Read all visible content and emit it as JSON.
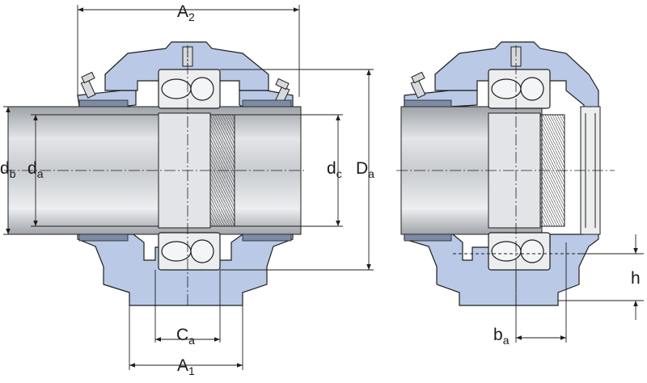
{
  "colors": {
    "housing": "#b9c9e6",
    "housing_stroke": "#1e1e1e",
    "shaft": "#d7d9dc",
    "shaft_dark": "#a9acb1",
    "bearing": "#ecedef",
    "dimension_line": "#1e1e1e"
  },
  "labels": {
    "A2": {
      "main": "A",
      "sub": "2"
    },
    "A1": {
      "main": "A",
      "sub": "1"
    },
    "Ca": {
      "main": "C",
      "sub": "a"
    },
    "db": {
      "main": "d",
      "sub": "b"
    },
    "da": {
      "main": "d",
      "sub": "a"
    },
    "dc": {
      "main": "d",
      "sub": "c"
    },
    "Da": {
      "main": "D",
      "sub": "a"
    },
    "ba": {
      "main": "b",
      "sub": "a"
    },
    "h": {
      "main": "h"
    }
  }
}
